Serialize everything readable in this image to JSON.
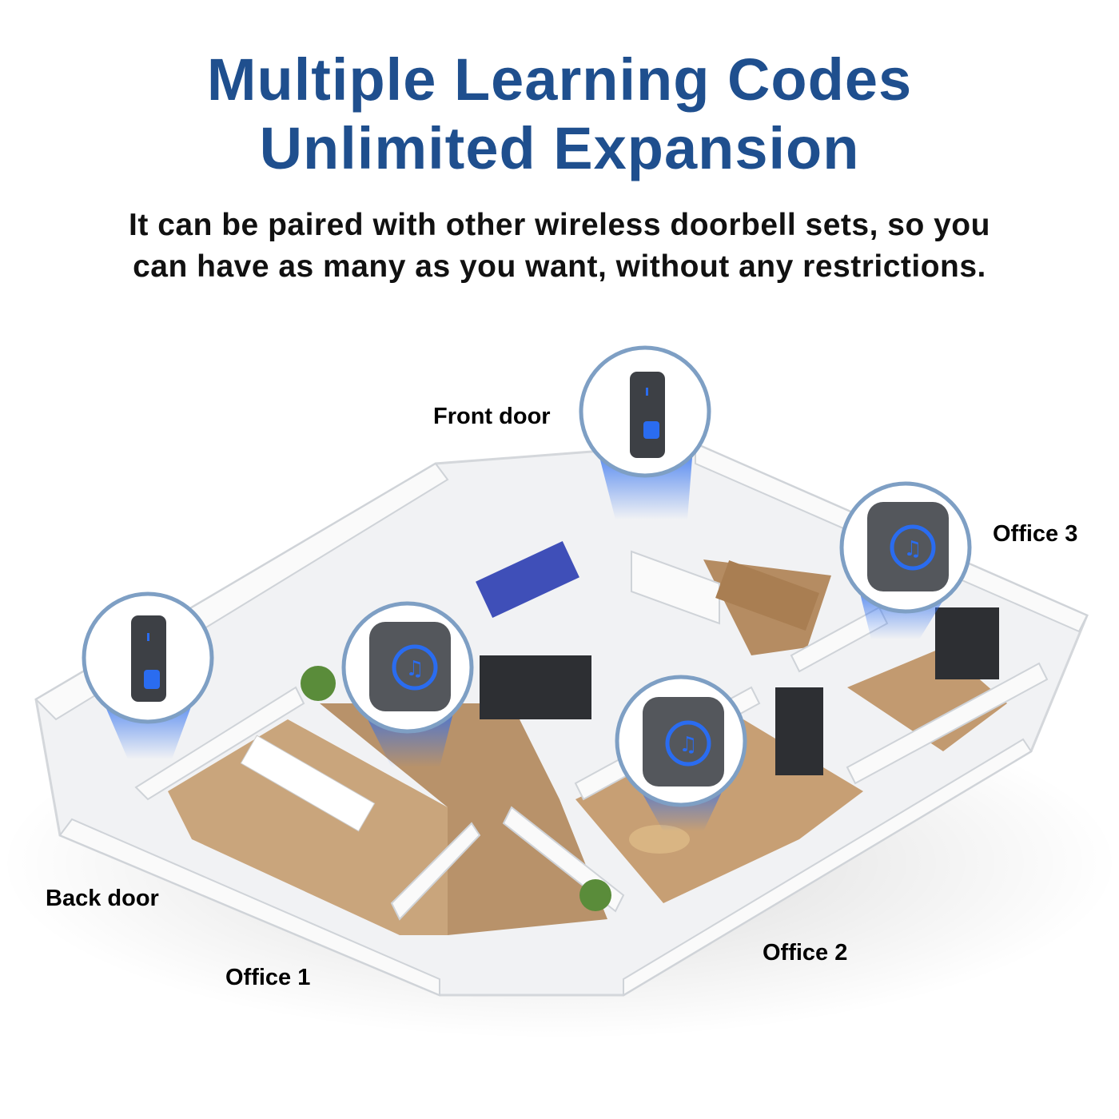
{
  "header": {
    "title_line1": "Multiple Learning Codes",
    "title_line2": "Unlimited Expansion",
    "subtitle_line1": "It can be paired with other wireless doorbell sets, so you",
    "subtitle_line2": "can have as many as you want, without any restrictions."
  },
  "labels": {
    "front_door": "Front door",
    "office3": "Office 3",
    "back_door": "Back door",
    "office1": "Office 1",
    "office2": "Office 2"
  },
  "colors": {
    "title": "#1f4f8e",
    "accent_blue": "#2a6cf0",
    "circle_ring": "#7e9fc4",
    "device_body": "#3d4045"
  },
  "icons": {
    "doorbell_button": "doorbell-transmitter-icon",
    "receiver": "doorbell-receiver-music-note-icon"
  }
}
